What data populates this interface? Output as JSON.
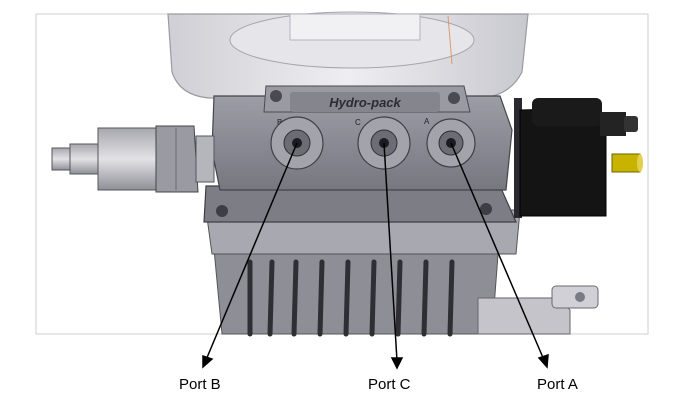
{
  "figure": {
    "logo_text": "Hydro-pack",
    "cast_letters": {
      "b": "B",
      "c": "C",
      "a": "A"
    }
  },
  "labels": {
    "port_b": "Port B",
    "port_c": "Port C",
    "port_a": "Port A"
  },
  "colors": {
    "outline": "#000000",
    "body_metal": "#8c8c94",
    "dark_metal": "#5c5c66",
    "tank": "#d9d9de",
    "solenoid": "#111111",
    "brass_pin": "#c8b400"
  }
}
